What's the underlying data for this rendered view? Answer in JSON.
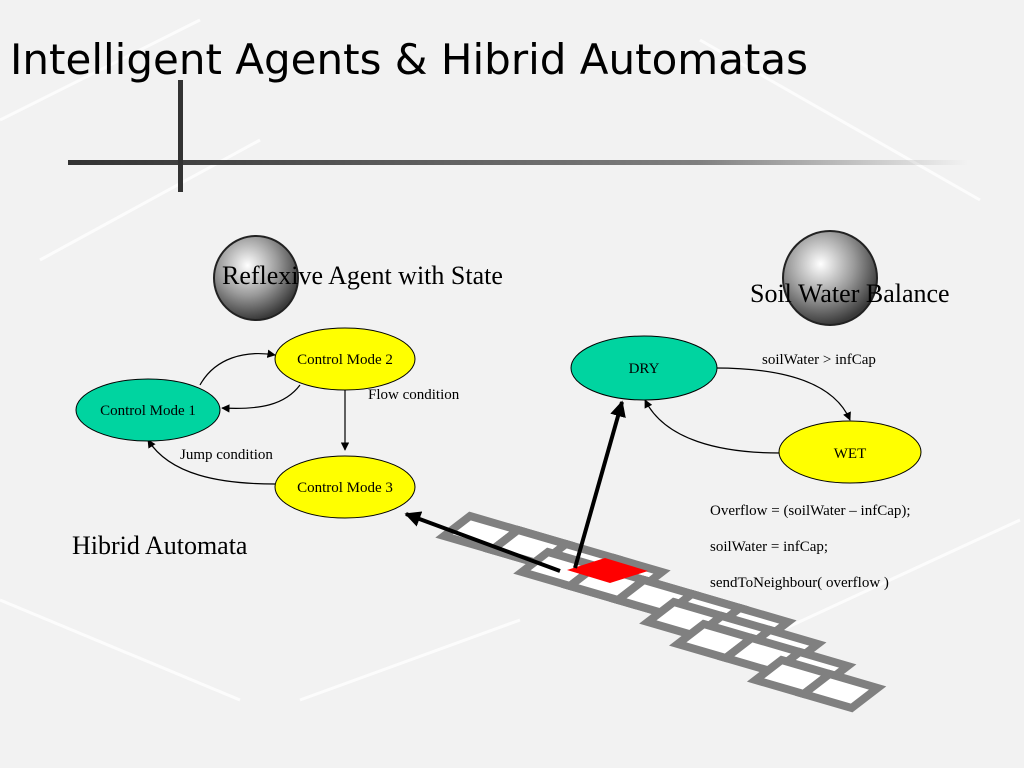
{
  "slide": {
    "title": "Intelligent Agents & Hibrid Automatas"
  },
  "left_diagram": {
    "heading": "Reflexive Agent with State",
    "caption": "Hibrid Automata",
    "nodes": {
      "mode1": "Control Mode 1",
      "mode2": "Control Mode 2",
      "mode3": "Control Mode 3"
    },
    "edge_labels": {
      "flow": "Flow condition",
      "jump": "Jump condition"
    }
  },
  "right_diagram": {
    "heading": "Soil Water Balance",
    "nodes": {
      "dry": "DRY",
      "wet": "WET"
    },
    "edge_labels": {
      "dry_to_wet": "soilWater > infCap"
    },
    "code_lines": [
      "Overflow = (soilWater – infCap);",
      "soilWater = infCap;",
      "sendToNeighbour( overflow )"
    ]
  },
  "colors": {
    "mode_yellow": "#ffff00",
    "mode_teal": "#00d4a0",
    "active_cell": "#ff0000",
    "grid_cell": "#808080"
  }
}
